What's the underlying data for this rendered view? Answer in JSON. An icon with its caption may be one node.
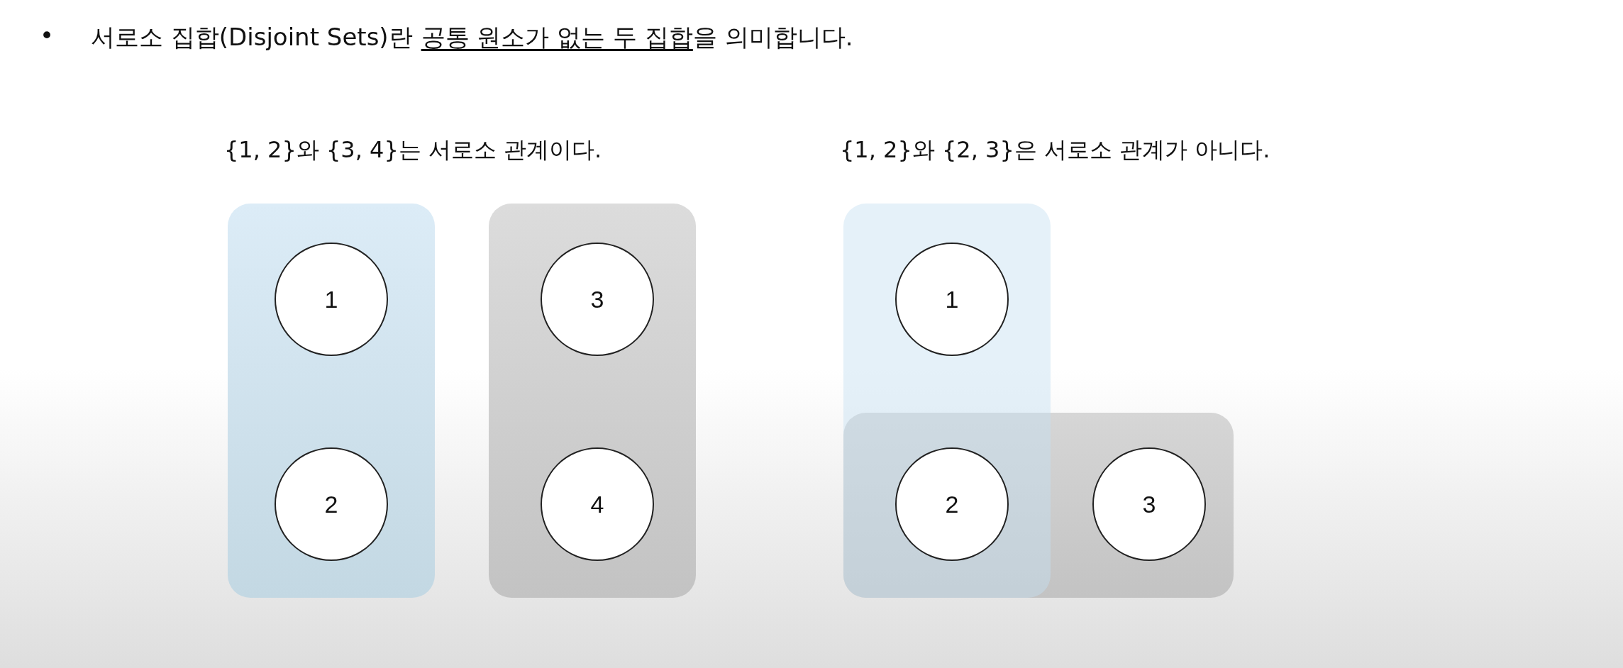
{
  "diagram": {
    "nodes": [
      {
        "text": [],
        "shape": "box"
      },
      {
        "text": [
          "1"
        ],
        "in": 0
      },
      {
        "text": [
          "2"
        ],
        "in": 0
      },
      {
        "text": [],
        "shape": "box"
      },
      {
        "text": [
          "3"
        ],
        "in": 3
      },
      {
        "text": [
          "4"
        ],
        "in": 3
      },
      {
        "text": [],
        "shape": "box"
      },
      {
        "text": [
          "1"
        ],
        "in": 6
      },
      {
        "text": [],
        "shape": "box"
      },
      {
        "text": [
          "2"
        ]
      },
      {
        "text": [
          "3"
        ],
        "in": 8
      }
    ],
    "edges": [],
    "labels": [
      "•",
      "서로소 집합(Disjoint Sets)란",
      "공통 원소가 없는 두 집합",
      "을 의미합니다.",
      "{1, 2}와 {3, 4}는 서로소 관계이다.",
      "{1, 2}와 {2, 3}은 서로소 관계가 아니다."
    ]
  }
}
